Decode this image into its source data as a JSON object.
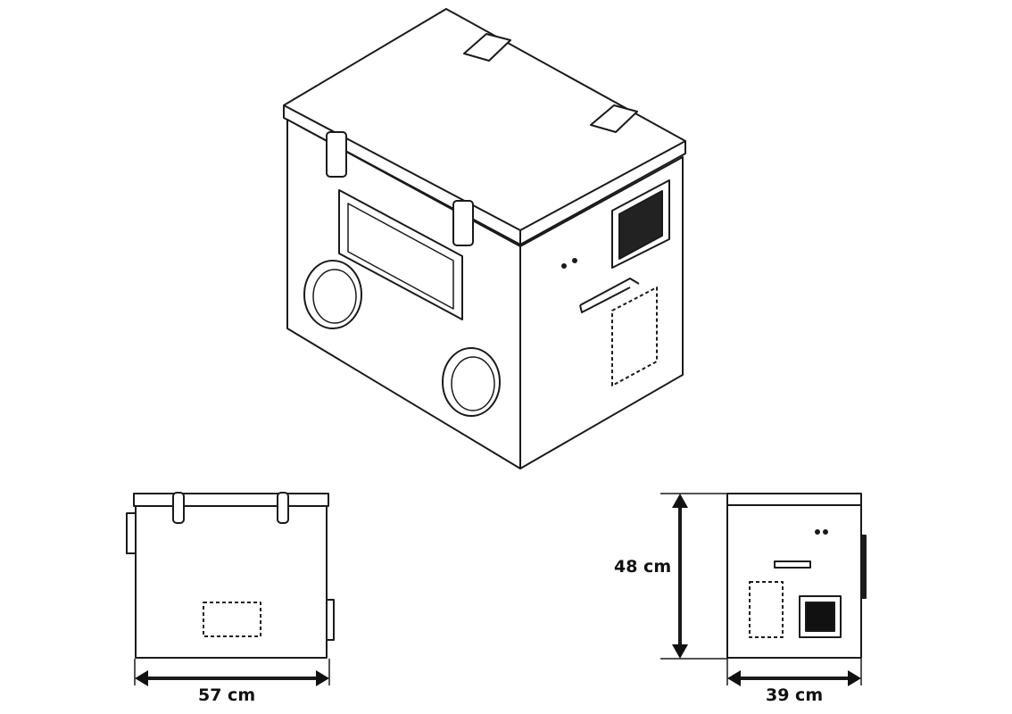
{
  "dimensions": {
    "width_label": "57 cm",
    "height_label": "48 cm",
    "depth_label": "39 cm"
  },
  "colors": {
    "line": "#1a1a1a",
    "background": "#ffffff"
  }
}
